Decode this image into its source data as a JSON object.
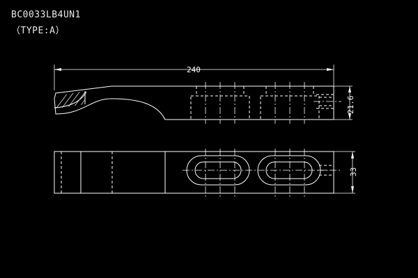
{
  "drawing": {
    "part_number": "BC0033LB4UN1",
    "type_label": "（TYPE:A）"
  },
  "dimensions": {
    "length": "240",
    "height": "21.6",
    "width": "33"
  }
}
